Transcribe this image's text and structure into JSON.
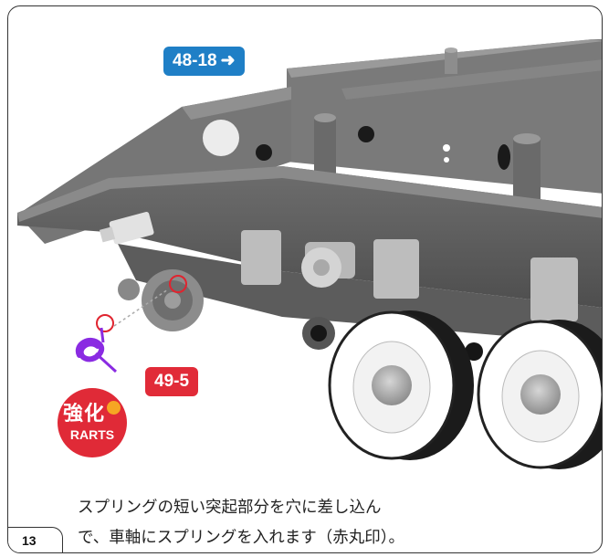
{
  "badges": {
    "part_top": "48-18",
    "part_bottom": "49-5"
  },
  "logo": {
    "line1": "強化",
    "line2": "RARTS"
  },
  "caption": {
    "line1": "スプリングの短い突起部分を穴に差し込ん",
    "line2": "で、車軸にスプリングを入れます（赤丸印）。"
  },
  "page_number": "13",
  "colors": {
    "badge_blue": "#1f7fc6",
    "badge_red": "#e12b38",
    "spring_purple": "#8a2be2",
    "circle_red": "#e0242f"
  }
}
